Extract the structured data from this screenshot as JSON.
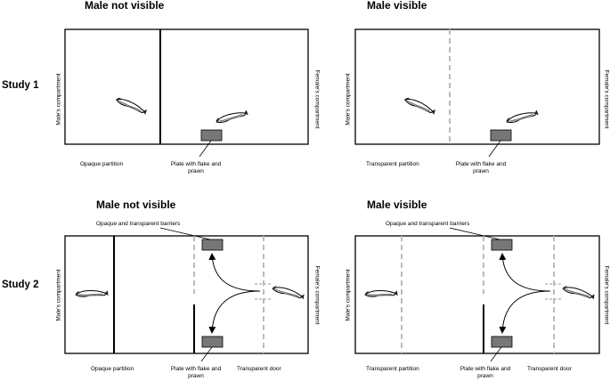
{
  "titles": {
    "s1_left": "Male not visible",
    "s1_right": "Male visible",
    "s2_left": "Male not visible",
    "s2_right": "Male visible"
  },
  "studies": {
    "study1": "Study 1",
    "study2": "Study 2"
  },
  "compartments": {
    "male": "Male's compartment",
    "female": "Female's compartment"
  },
  "captions": {
    "opaque_partition": "Opaque partition",
    "transparent_partition": "Transparent partition",
    "plate_line1": "Plate with flake and",
    "plate_line2": "prawn",
    "transparent_door": "Transparent door",
    "barriers": "Opaque and transparent barriers"
  }
}
